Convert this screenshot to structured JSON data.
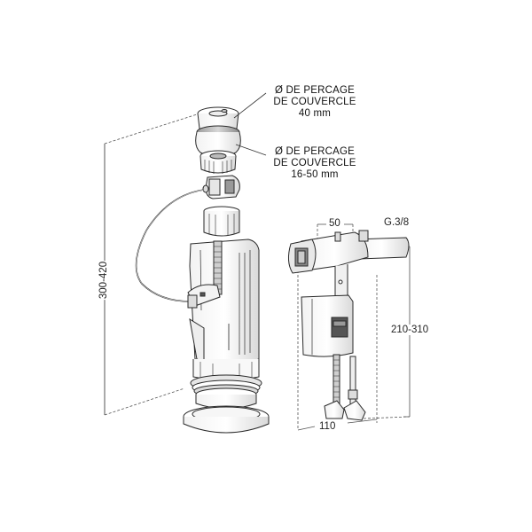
{
  "callouts": {
    "top": {
      "line1": "Ø  DE PERCAGE",
      "line2": "DE COUVERCLE",
      "line3": "40 mm"
    },
    "bottom": {
      "line1": "Ø  DE PERCAGE",
      "line2": "DE COUVERCLE",
      "line3": "16-50 mm"
    }
  },
  "dimensions": {
    "flush_valve_height": "300-420",
    "fill_valve_width": "50",
    "fill_valve_thread": "G.3/8",
    "fill_valve_height": "210-310",
    "fill_valve_base": "110"
  },
  "parts": {
    "flush_button_top": "push-button",
    "flush_button_ring": "button-collar",
    "lock_nut": "lock-nut",
    "cable_connector": "cable-connector",
    "cable": "bowden-cable",
    "flush_valve_body": "flush-valve-body",
    "flush_valve_seal": "flush-valve-seal",
    "fill_valve_head": "fill-valve-head",
    "fill_valve_float": "fill-valve-float",
    "fill_valve_feet": "fill-valve-feet"
  },
  "colors": {
    "line": "#2a2a2a",
    "shade": "#bdbdbd",
    "dim_line": "#555555",
    "background": "#ffffff"
  }
}
